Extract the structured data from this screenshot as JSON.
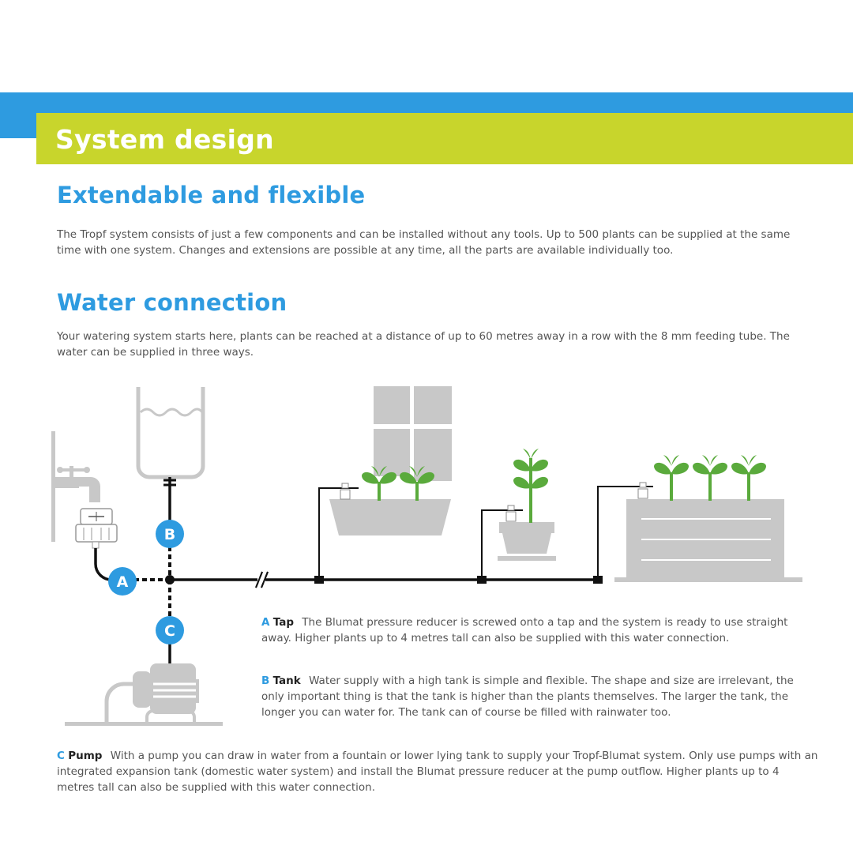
{
  "header": {
    "title": "System design",
    "colors": {
      "blue": "#2e9be0",
      "green": "#c8d52c"
    }
  },
  "sections": [
    {
      "heading": "Extendable and flexible",
      "body": "The Tropf system consists of just a few components and can be installed without any tools. Up to 500 plants can be supplied at the same time with one system. Changes and extensions are possible at any time, all the parts are available individually too."
    },
    {
      "heading": "Water connection",
      "body": "Your watering system starts here, plants can be reached at a distance of up to 60 metres away in a row with the 8 mm feeding tube. The water can be supplied in three ways."
    }
  ],
  "diagram": {
    "badges": [
      "A",
      "B",
      "C"
    ],
    "icons": [
      "tap-icon",
      "pressure-reducer-icon",
      "high-tank-icon",
      "pump-icon",
      "window-box-icon",
      "flower-pot-icon",
      "raised-bed-icon",
      "plant-icon",
      "dripper-icon"
    ]
  },
  "options": [
    {
      "key": "A",
      "name": "Tap",
      "text": "The Blumat pressure reducer is screwed onto a tap and the system is ready to use straight away. Higher plants up to 4 metres tall can also be supplied with this water connection."
    },
    {
      "key": "B",
      "name": "Tank",
      "text": "Water supply with a high tank is simple and flexible. The shape and size are irrelevant, the only important thing is that the tank is higher than the plants themselves. The larger the tank, the longer you can water for. The tank can of course be filled with rainwater too."
    },
    {
      "key": "C",
      "name": "Pump",
      "text": "With a pump you can draw in water from a fountain or lower lying tank to supply your Tropf-Blumat system. Only use pumps with an integrated expansion tank (domestic water system) and install the Blumat pressure reducer at the pump outflow. Higher plants up to 4 metres tall can also be supplied with this water connection."
    }
  ]
}
